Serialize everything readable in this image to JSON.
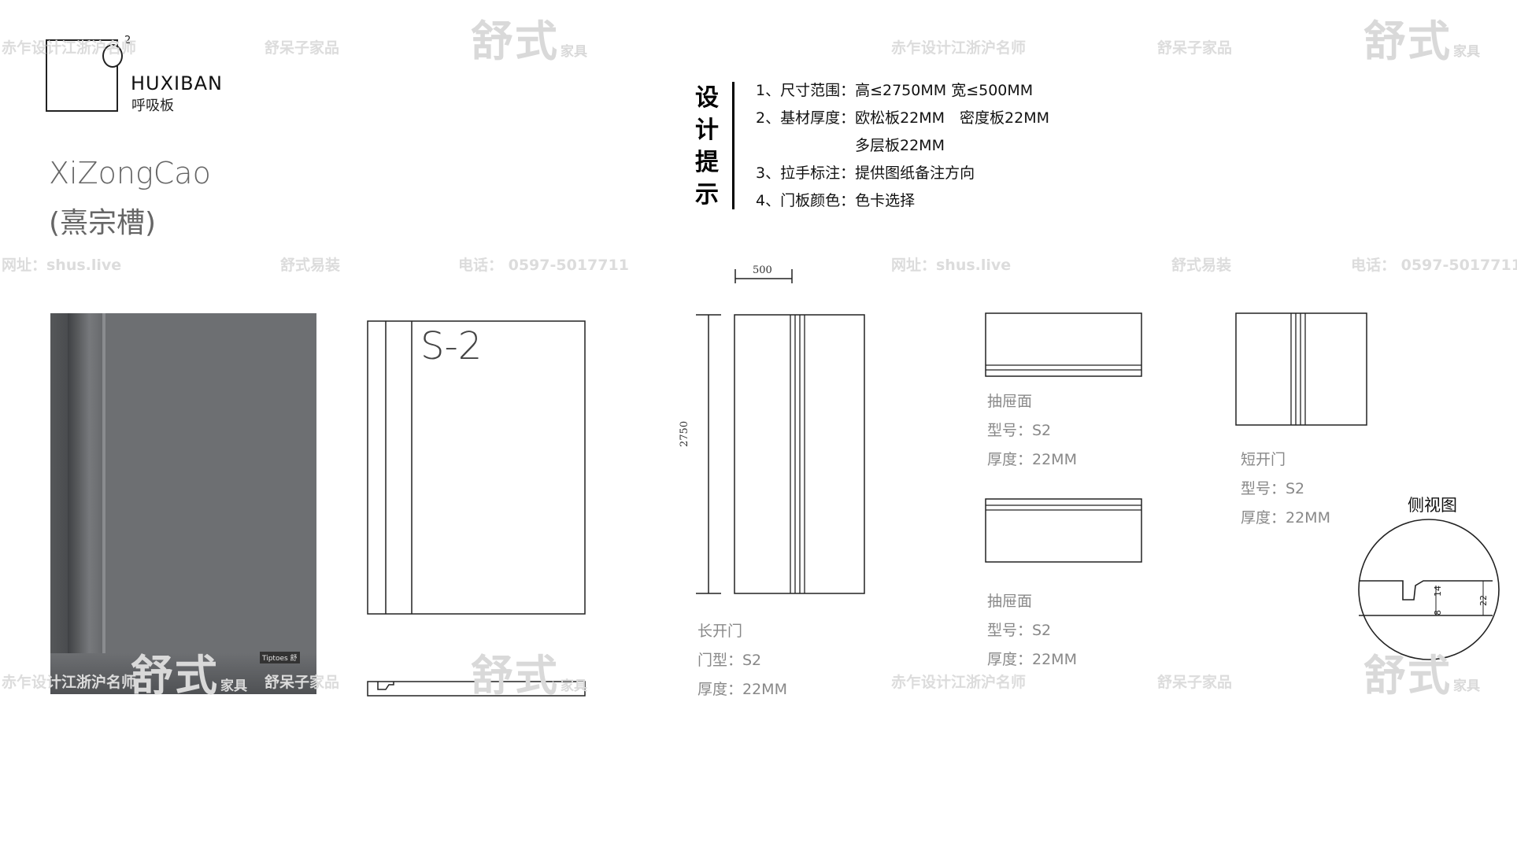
{
  "brand": {
    "name": "HUXIBAN",
    "cn": "呼吸板",
    "sup": "2"
  },
  "product": {
    "name_en": "XiZongCao",
    "name_cn": "(熹宗槽)"
  },
  "design_tips": {
    "title_chars": [
      "设",
      "计",
      "提",
      "示"
    ],
    "lines": [
      "1、尺寸范围：高≤2750MM 宽≤500MM",
      "2、基材厚度：欧松板22MM　密度板22MM",
      "多层板22MM",
      "3、拉手标注：提供图纸备注方向",
      "4、门板颜色：色卡选择"
    ]
  },
  "sample_label": "S-2",
  "dimensions": {
    "width": "500",
    "height": "2750",
    "side_a": "14",
    "side_b": "8",
    "side_total": "22"
  },
  "long_door": {
    "title": "长开门",
    "model": "门型：S2",
    "thickness": "厚度：22MM"
  },
  "drawer_top": {
    "title": "抽屉面",
    "model": "型号：S2",
    "thickness": "厚度：22MM"
  },
  "drawer_bottom": {
    "title": "抽屉面",
    "model": "型号：S2",
    "thickness": "厚度：22MM"
  },
  "short_door": {
    "title": "短开门",
    "model": "型号：S2",
    "thickness": "厚度：22MM"
  },
  "side_view": {
    "title": "侧视图"
  },
  "watermarks": {
    "studio": "赤乍设计江浙沪名师",
    "brand_small": "舒呆子家品",
    "website": "网址：shus.live",
    "install": "舒式易装",
    "phone": "电话：  0597-5017711",
    "big_text": "舒式",
    "big_suffix": "家具",
    "photo_badge": "Tiptoes 舒"
  },
  "colors": {
    "photo_gray": "#6d6f72",
    "line": "#222222",
    "caption": "#888888",
    "watermark": "#dcdcdc"
  }
}
